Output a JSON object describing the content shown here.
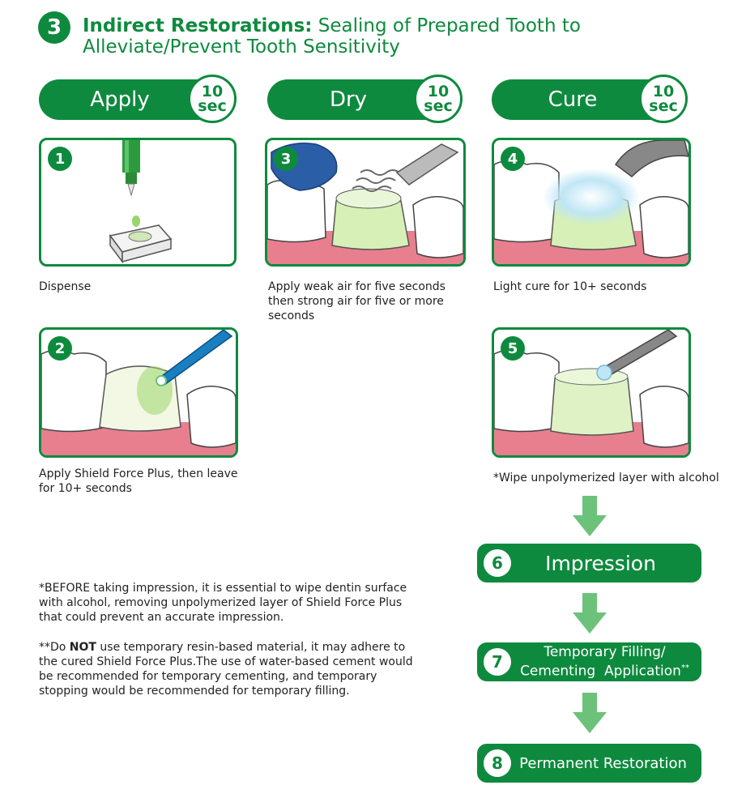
{
  "header": {
    "badge": "3",
    "title_bold": "Indirect Restorations:",
    "title_rest": " Sealing of Prepared Tooth to",
    "title_line2": "Alleviate/Prevent Tooth Sensitivity"
  },
  "steps": [
    {
      "label": "Apply",
      "timer_value": "10",
      "timer_unit": "sec"
    },
    {
      "label": "Dry",
      "timer_value": "10",
      "timer_unit": "sec"
    },
    {
      "label": "Cure",
      "timer_value": "10",
      "timer_unit": "sec"
    }
  ],
  "panels": [
    {
      "number": "1",
      "caption": "Dispense"
    },
    {
      "number": "2",
      "caption_line1": "Apply Shield Force Plus, then leave",
      "caption_line2": "for 10+ seconds"
    },
    {
      "number": "3",
      "caption_line1": "Apply weak air for five seconds",
      "caption_line2": "then strong air for five or more",
      "caption_line3": "seconds"
    },
    {
      "number": "4",
      "caption": "Light cure for 10+ seconds"
    },
    {
      "number": "5",
      "caption": "*Wipe unpolymerized layer with alcohol"
    }
  ],
  "flow": [
    {
      "number": "6",
      "label": "Impression"
    },
    {
      "number": "7",
      "label_line1": "Temporary Filling/",
      "label_line2": "Cementing  Application",
      "label_mark": "**"
    },
    {
      "number": "8",
      "label": "Permanent Restoration"
    }
  ],
  "notes": {
    "note1_line1": "*BEFORE taking impression, it is essential to wipe dentin surface",
    "note1_line2": "with alcohol, removing unpolymerized layer of Shield Force Plus",
    "note1_line3": "that could prevent an accurate impression.",
    "note2_prefix": "**Do ",
    "note2_bold": "NOT",
    "note2_line1_rest": " use temporary resin-based material, it may adhere to",
    "note2_line2": "the cured Shield Force Plus.The use of water-based cement would",
    "note2_line3": "be recommended for temporary cementing, and temporary",
    "note2_line4": "stopping would be recommended for temporary filling."
  },
  "colors": {
    "brand_green": "#0e8a3e",
    "arrow_green": "#6cc27a",
    "gum_pink": "#e87f8e",
    "tooth_green": "#d6f0b8"
  }
}
